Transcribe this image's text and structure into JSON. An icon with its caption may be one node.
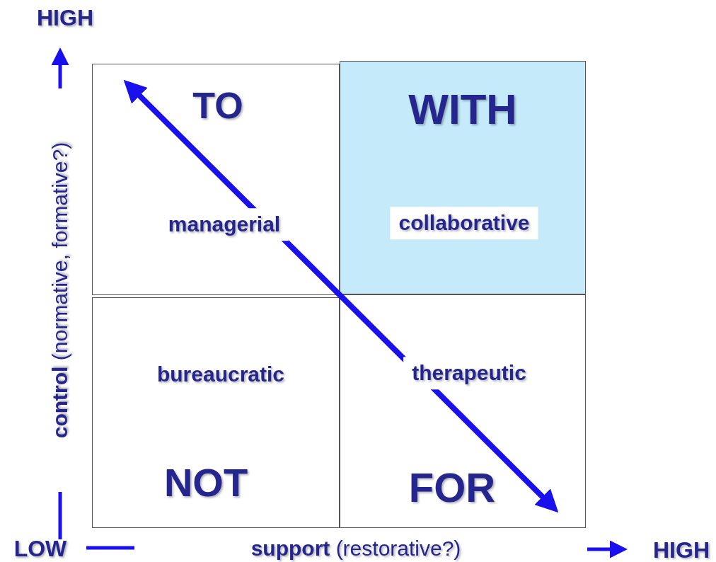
{
  "diagram": {
    "nodes": [
      {
        "text": [
          "TO",
          "managerial"
        ]
      },
      {
        "text": [
          "WITH",
          "collaborative"
        ]
      },
      {
        "text": [
          "bureaucratic",
          "NOT"
        ]
      },
      {
        "text": [
          "therapeutic",
          "FOR"
        ]
      }
    ],
    "edges": [
      {
        "from": 0,
        "to": 3,
        "arrow": "both"
      }
    ],
    "labels": [
      "HIGH",
      "**control** (normative, formative?)",
      "LOW",
      "**support** (restorative?)",
      "HIGH"
    ]
  }
}
